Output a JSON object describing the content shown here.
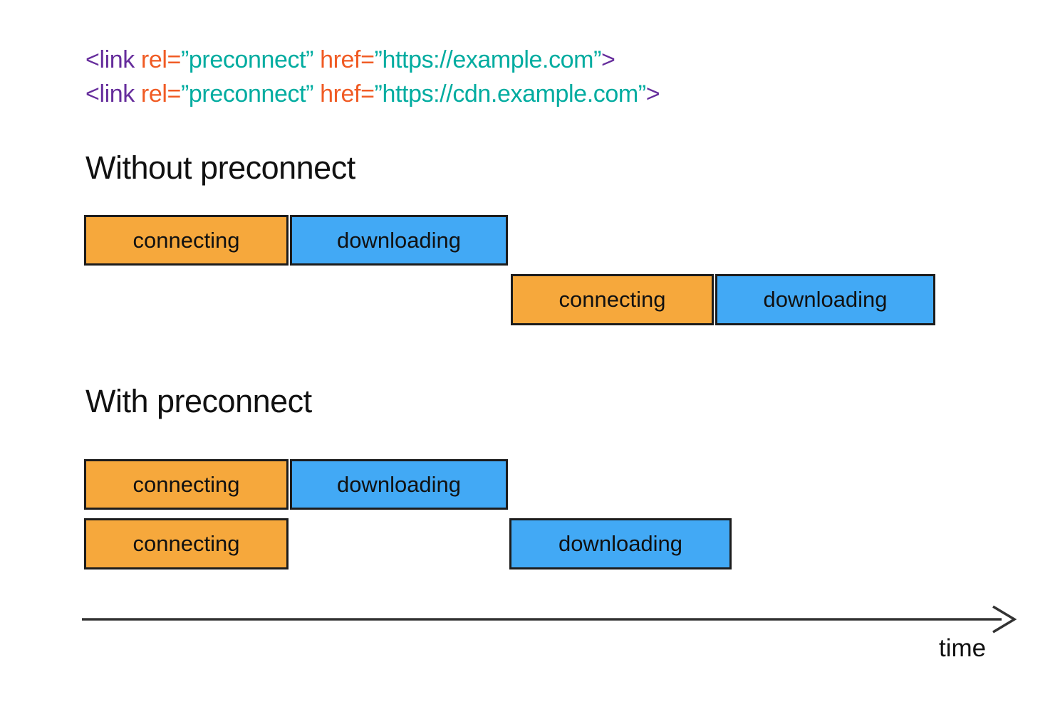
{
  "colors": {
    "tag_purple": "#662D9C",
    "attr_orange": "#F05B24",
    "value_teal": "#00ACA0",
    "connecting_fill": "#F6A83C",
    "downloading_fill": "#42A9F5",
    "bar_border": "#1C1C1C",
    "axis": "#333333",
    "background": "#FFFFFF",
    "text_black": "#111111"
  },
  "code": {
    "lines": [
      {
        "tokens": [
          {
            "text": "<link",
            "type": "tag"
          },
          {
            "text": " rel=",
            "type": "attr"
          },
          {
            "text": "”preconnect”",
            "type": "value"
          },
          {
            "text": " href=",
            "type": "attr"
          },
          {
            "text": "”https://example.com”",
            "type": "value"
          },
          {
            "text": ">",
            "type": "tag"
          }
        ]
      },
      {
        "tokens": [
          {
            "text": "<link",
            "type": "tag"
          },
          {
            "text": " rel=",
            "type": "attr"
          },
          {
            "text": "”preconnect”",
            "type": "value"
          },
          {
            "text": " href=",
            "type": "attr"
          },
          {
            "text": "”https://cdn.example.com”",
            "type": "value"
          },
          {
            "text": ">",
            "type": "tag"
          }
        ]
      }
    ]
  },
  "sections": [
    {
      "title": "Without preconnect",
      "rows": [
        {
          "segments": [
            {
              "label": "connecting"
            },
            {
              "label": "downloading"
            }
          ]
        },
        {
          "segments": [
            {
              "label": "connecting"
            },
            {
              "label": "downloading"
            }
          ]
        }
      ]
    },
    {
      "title": "With preconnect",
      "rows": [
        {
          "segments": [
            {
              "label": "connecting"
            },
            {
              "label": "downloading"
            }
          ]
        },
        {
          "segments": [
            {
              "label": "connecting"
            },
            {
              "label": "downloading"
            }
          ]
        }
      ]
    }
  ],
  "axis": {
    "label": "time"
  }
}
